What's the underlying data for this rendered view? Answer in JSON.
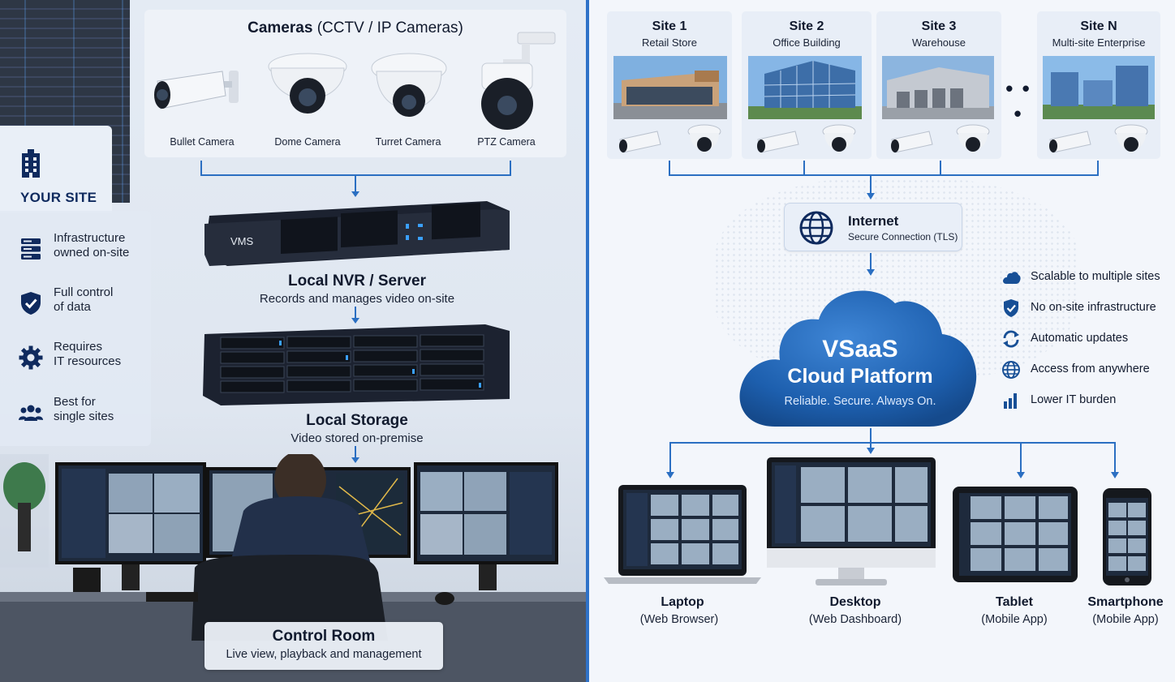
{
  "left": {
    "your_site": {
      "title": "YOUR SITE",
      "features": [
        {
          "icon": "server-stack-icon",
          "line1": "Infrastructure",
          "line2": "owned on-site"
        },
        {
          "icon": "shield-check-icon",
          "line1": "Full control",
          "line2": "of data"
        },
        {
          "icon": "gear-icon",
          "line1": "Requires",
          "line2": "IT resources"
        },
        {
          "icon": "people-group-icon",
          "line1": "Best for",
          "line2": "single sites"
        }
      ]
    },
    "cameras": {
      "title_bold": "Cameras",
      "title_rest": "(CCTV / IP Cameras)",
      "types": [
        "Bullet Camera",
        "Dome Camera",
        "Turret Camera",
        "PTZ Camera"
      ]
    },
    "nvr": {
      "device_label": "VMS",
      "title": "Local NVR / Server",
      "subtitle": "Records and manages video on-site"
    },
    "storage": {
      "title": "Local Storage",
      "subtitle": "Video stored on-premise"
    },
    "control_room": {
      "title": "Control Room",
      "subtitle": "Live view, playback and management"
    }
  },
  "right": {
    "sites": [
      {
        "name": "Site 1",
        "type": "Retail Store"
      },
      {
        "name": "Site 2",
        "type": "Office Building"
      },
      {
        "name": "Site 3",
        "type": "Warehouse"
      },
      {
        "name": "Site N",
        "type": "Multi-site Enterprise"
      }
    ],
    "ellipsis": "• • •",
    "internet": {
      "title": "Internet",
      "subtitle": "Secure Connection (TLS)"
    },
    "cloud": {
      "line1": "VSaaS",
      "line2": "Cloud Platform",
      "tagline": "Reliable. Secure. Always On."
    },
    "benefits": [
      {
        "icon": "cloud-icon",
        "text": "Scalable to multiple sites"
      },
      {
        "icon": "shield-check-icon",
        "text": "No on-site infrastructure"
      },
      {
        "icon": "refresh-icon",
        "text": "Automatic updates"
      },
      {
        "icon": "globe-icon",
        "text": "Access from anywhere"
      },
      {
        "icon": "bar-chart-icon",
        "text": "Lower IT burden"
      }
    ],
    "devices": [
      {
        "name": "Laptop",
        "sub": "(Web Browser)"
      },
      {
        "name": "Desktop",
        "sub": "(Web Dashboard)"
      },
      {
        "name": "Tablet",
        "sub": "(Mobile App)"
      },
      {
        "name": "Smartphone",
        "sub": "(Mobile App)"
      }
    ]
  },
  "colors": {
    "accent": "#2b6fc2",
    "navy": "#0f2a5e",
    "cloud": "#1d5fae"
  }
}
